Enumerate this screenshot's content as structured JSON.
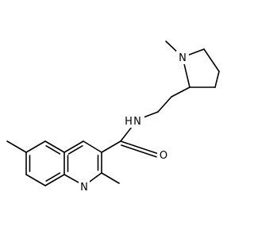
{
  "molecule": {
    "atom_labels": {
      "n_quinoline": "N",
      "n_amide": "N",
      "h_amide": "H",
      "o_carbonyl": "O",
      "n_pyrrolidine": "N"
    },
    "colors": {
      "bond": "#000000",
      "text": "#000000",
      "background": "#ffffff"
    }
  }
}
